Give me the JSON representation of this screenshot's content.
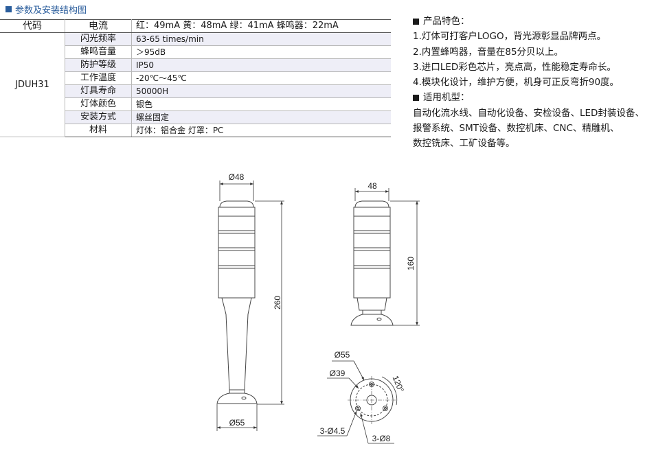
{
  "section_title": "参数及安装结构图",
  "table": {
    "header": {
      "code_label": "代码",
      "name": "电流",
      "value": "红：49mA  黄：48mA  绿：41mA  蜂鸣器：22mA"
    },
    "code": "JDUH31",
    "rows": [
      {
        "name": "闪光频率",
        "value": "63-65 times/min"
      },
      {
        "name": "蜂鸣音量",
        "value": "＞95dB"
      },
      {
        "name": "防护等级",
        "value": "IP50"
      },
      {
        "name": "工作温度",
        "value": "-20℃～45℃"
      },
      {
        "name": "灯具寿命",
        "value": "50000H"
      },
      {
        "name": "灯体颜色",
        "value": "银色"
      },
      {
        "name": "安装方式",
        "value": "螺丝固定"
      },
      {
        "name": "材料",
        "value": "灯体：铝合金  灯罩：PC"
      }
    ]
  },
  "features": {
    "heading": "产品特色：",
    "items": [
      "1.灯体可打客户LOGO，背光源彰显品牌两点。",
      "2.内置蜂鸣器，音量在85分贝以上。",
      "3.进口LED彩色芯片，亮点高，性能稳定寿命长。",
      "4.模块化设计，维护方便，机身可正反弯折90度。"
    ],
    "applicable_heading": "适用机型：",
    "applicable_lines": [
      "自动化流水线、自动化设备、安检设备、LED封装设备、",
      "报警系统、SMT设备、数控机床、CNC、精雕机、",
      "数控铣床、工矿设备等。"
    ]
  },
  "dimensions": {
    "tall_top": "Ø48",
    "tall_height": "260",
    "tall_base": "Ø55",
    "short_width": "48",
    "short_height": "160",
    "base_outer": "Ø55",
    "base_circle": "Ø39",
    "angle": "120°",
    "hole_small": "3-Ø4.5",
    "hole_large": "3-Ø8"
  },
  "colors": {
    "accent": "#2a5d9c",
    "alt_row": "#eeeef7"
  }
}
